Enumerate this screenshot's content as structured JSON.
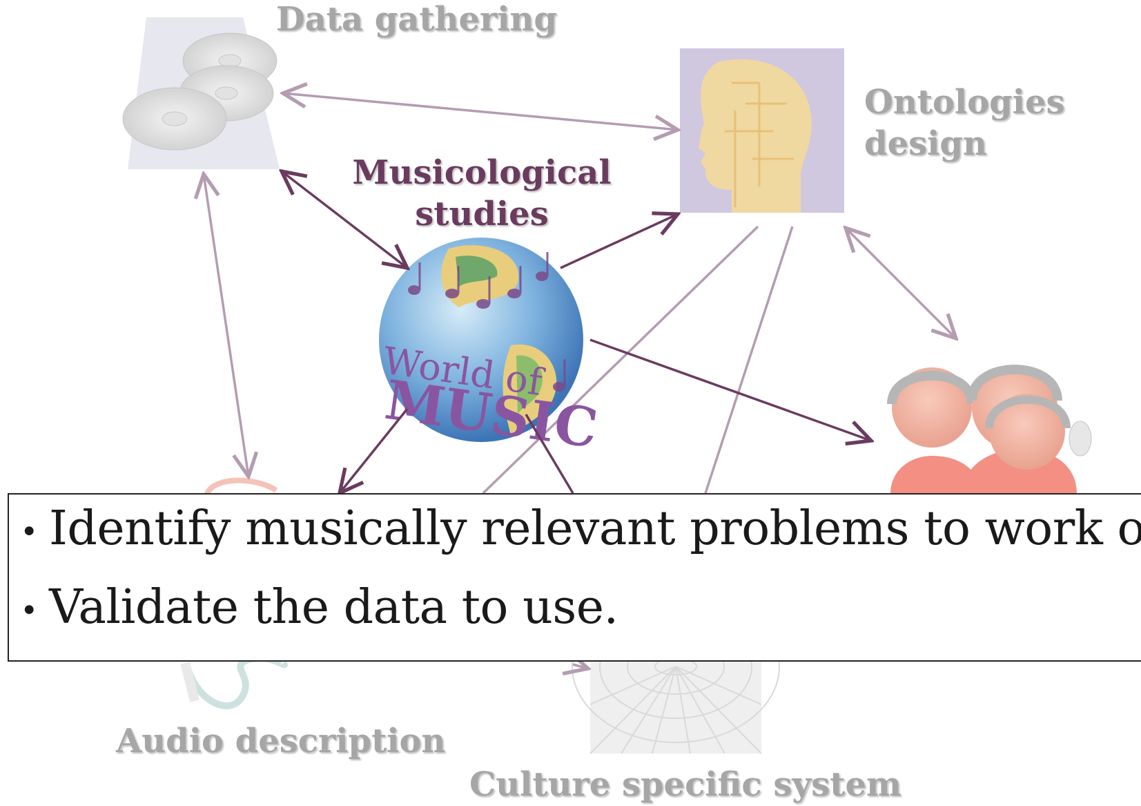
{
  "nodes": {
    "data_gathering": "Data gathering",
    "ontologies_design": [
      "Ontologies",
      "design"
    ],
    "musicological_studies": [
      "Musicological",
      "studies"
    ],
    "audio_description": "Audio description",
    "culture_specific_system": "Culture specific system"
  },
  "globe": {
    "line1": "World of",
    "line2": "MUSIC"
  },
  "bullets": [
    "Identify musically relevant problems to work on.",
    "Validate the data to use."
  ],
  "colors": {
    "center_arrow": "#6a3b5f",
    "outer_arrow": "#b49cb1",
    "faded_label": "#a6a6a6"
  },
  "icons": [
    "cd-stack-icon",
    "puzzle-head-icon",
    "world-of-music-globe-icon",
    "listeners-headphones-icon",
    "audio-cable-icon",
    "dome-icon"
  ]
}
